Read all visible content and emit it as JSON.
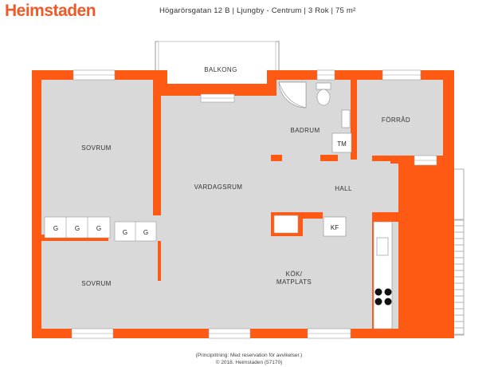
{
  "header": {
    "brand": "Heimstaden",
    "property_line": "Högarörsgatan 12 B | Ljungby - Centrum | 3 Rok | 75 m²"
  },
  "rooms": {
    "balcony": "BALKONG",
    "bathroom": "BADRUM",
    "storage": "FÖRRÅD",
    "bedroom_top": "SOVRUM",
    "living_room": "VARDAGSRUM",
    "hall": "HALL",
    "bedroom_bottom": "SOVRUM",
    "kitchen_line1": "KÖK/",
    "kitchen_line2": "MATPLATS"
  },
  "fixtures": {
    "washer": "TM",
    "fridge": "KF",
    "wardrobes": [
      "G",
      "G",
      "G",
      "G",
      "G"
    ]
  },
  "footer": {
    "line1": "(Principritning: Med reservation för avvikelser.)",
    "line2": "© 2018. Heimstaden (57170)"
  },
  "colors": {
    "wall": "#ff5a14",
    "floor": "#d9d9d9",
    "brand": "#f05a28"
  }
}
